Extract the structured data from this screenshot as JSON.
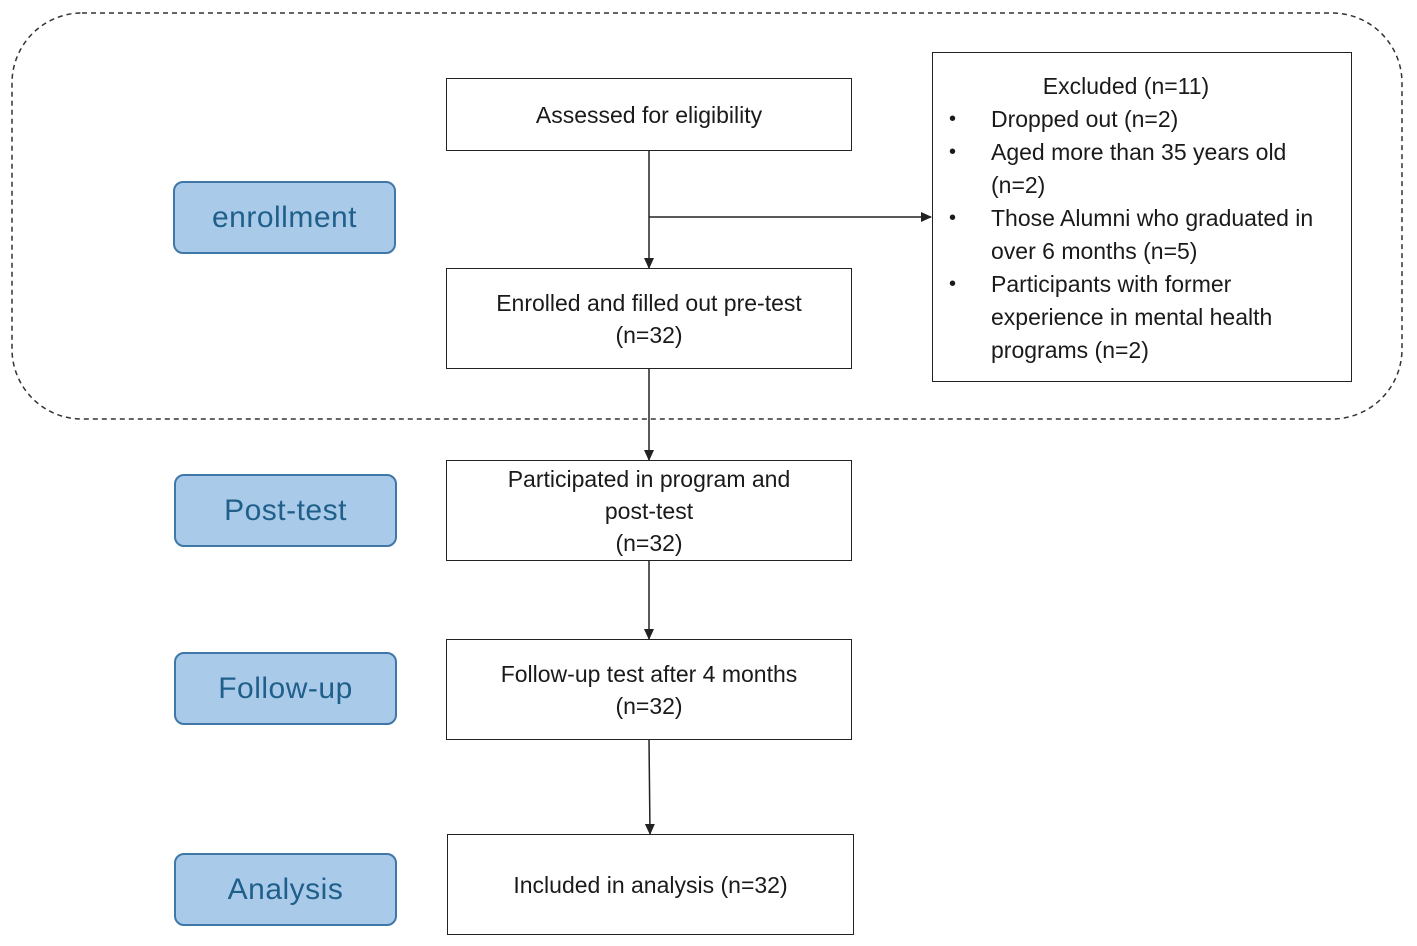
{
  "stages": {
    "enrollment": "enrollment",
    "post_test": "Post-test",
    "follow_up": "Follow-up",
    "analysis": "Analysis"
  },
  "boxes": {
    "assessed": [
      "Assessed for eligibility"
    ],
    "enrolled": [
      "Enrolled and filled out pre-test",
      "(n=32)"
    ],
    "participated": [
      "Participated in program and",
      "post-test",
      "(n=32)"
    ],
    "follow_up_test": [
      "Follow-up test after 4 months",
      "(n=32)"
    ],
    "included": [
      "Included in analysis (n=32)"
    ]
  },
  "excluded": {
    "title": "Excluded (n=11)",
    "items": [
      "Dropped out (n=2)",
      "Aged more than 35 years old (n=2)",
      "Those Alumni who graduated in over 6 months (n=5)",
      "Participants with former experience in mental health programs (n=2)"
    ]
  },
  "colors": {
    "stage_fill": "#a9cbe9",
    "stage_border": "#3f78a8",
    "stage_text": "#1f5f8a",
    "box_border": "#222222",
    "connector": "#222222"
  }
}
